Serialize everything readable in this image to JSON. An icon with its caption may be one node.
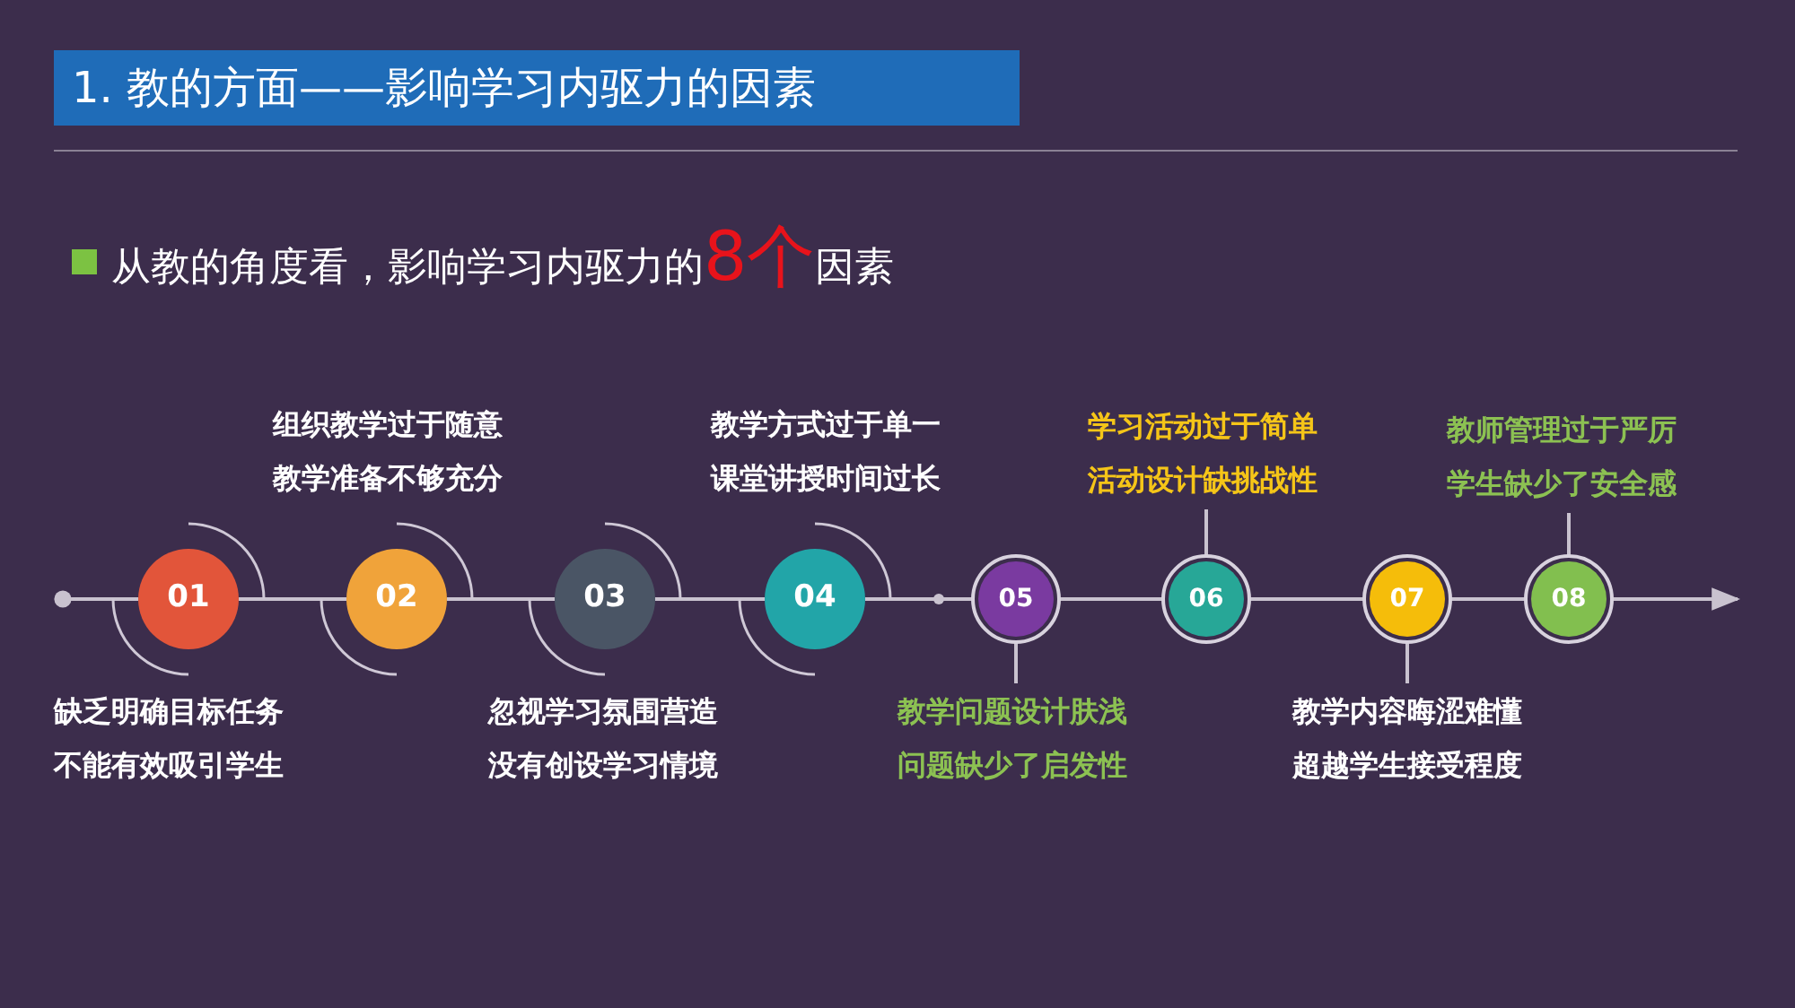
{
  "diagram": {
    "title": "1. 教的方面——影响学习内驱力的因素",
    "nodes": [
      {
        "text": [
          "01"
        ],
        "beside": [
          "缺乏明确目标任务",
          "不能有效吸引学生"
        ]
      },
      {
        "text": [
          "02"
        ],
        "beside": [
          "组织教学过于随意",
          "教学准备不够充分"
        ]
      },
      {
        "text": [
          "03"
        ],
        "beside": [
          "忽视学习氛围营造",
          "没有创设学习情境"
        ]
      },
      {
        "text": [
          "04"
        ],
        "beside": [
          "教学方式过于单一",
          "课堂讲授时间过长"
        ]
      },
      {
        "text": [
          "05"
        ]
      },
      {
        "text": [
          "06"
        ]
      },
      {
        "text": [
          "07"
        ]
      },
      {
        "text": [
          "08"
        ]
      },
      {
        "text": [
          "教学问题设计肤浅",
          "问题缺少了启发性"
        ]
      },
      {
        "text": [
          "学习活动过于简单",
          "活动设计缺挑战性"
        ]
      },
      {
        "text": [
          "教学内容晦涩难懂",
          "超越学生接受程度"
        ]
      },
      {
        "text": [
          "教师管理过于严厉",
          "学生缺少了安全感"
        ]
      }
    ],
    "edges": [
      {
        "from": null,
        "to": 0,
        "arrow": "other"
      },
      {
        "from": 0,
        "to": 1,
        "arrow": "none"
      },
      {
        "from": 1,
        "to": 2,
        "arrow": "none"
      },
      {
        "from": 2,
        "to": 3,
        "arrow": "none"
      },
      {
        "from": 3,
        "to": 4,
        "arrow": "none"
      },
      {
        "from": 4,
        "to": 5,
        "arrow": "none"
      },
      {
        "from": 5,
        "to": 6,
        "arrow": "none"
      },
      {
        "from": 6,
        "to": 7,
        "arrow": "none"
      },
      {
        "from": 7,
        "to": null,
        "arrow": "to"
      },
      {
        "from": 4,
        "to": 8,
        "arrow": "none"
      },
      {
        "from": 5,
        "to": 9,
        "arrow": "none"
      },
      {
        "from": 6,
        "to": 10,
        "arrow": "none"
      },
      {
        "from": 7,
        "to": 11,
        "arrow": "none"
      }
    ],
    "labels": [
      "从教的角度看，影响学习内驱力的**8个**因素"
    ]
  }
}
